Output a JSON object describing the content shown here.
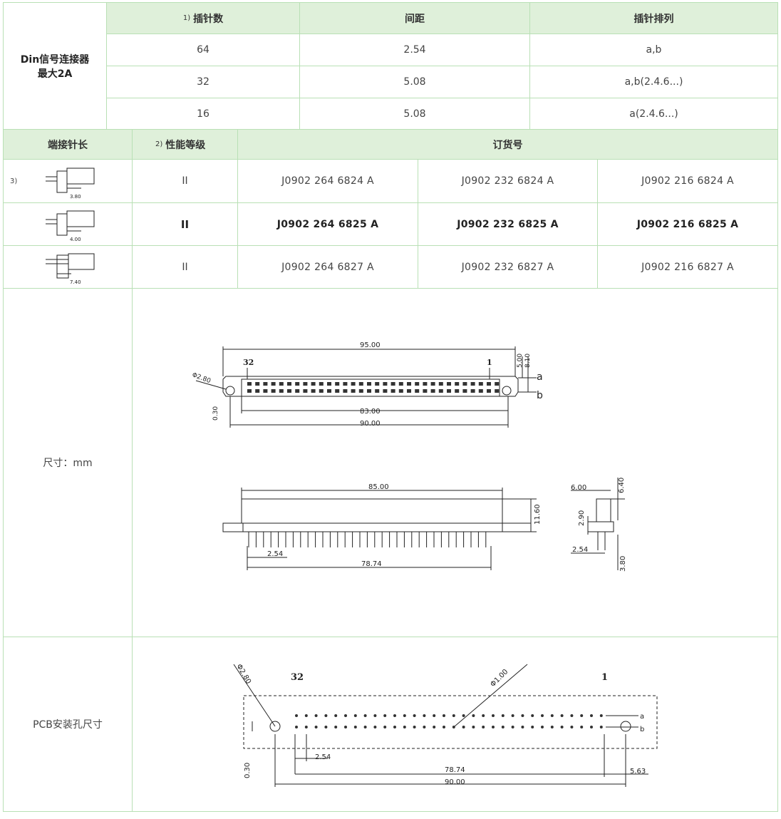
{
  "table1": {
    "label_line1": "Din信号连接器",
    "label_line2": "最大2A",
    "headers": [
      {
        "sup": "1)",
        "text": "插针数"
      },
      {
        "sup": "",
        "text": "间距"
      },
      {
        "sup": "",
        "text": "插针排列"
      }
    ],
    "rows": [
      [
        "64",
        "2.54",
        "a,b"
      ],
      [
        "32",
        "5.08",
        "a,b(2.4.6...)"
      ],
      [
        "16",
        "5.08",
        "a(2.4.6...)"
      ]
    ]
  },
  "table2": {
    "headers": [
      {
        "sup": "",
        "text": "端接针长"
      },
      {
        "sup": "2)",
        "text": "性能等级"
      },
      {
        "sup": "",
        "text": "订货号"
      }
    ],
    "note_ref": "3)",
    "rows": [
      {
        "pin_len": "3.80",
        "grade": "II",
        "parts": [
          "J0902 264 6824 A",
          "J0902 232 6824 A",
          "J0902 216 6824 A"
        ],
        "bold": false
      },
      {
        "pin_len": "4.00",
        "grade": "II",
        "parts": [
          "J0902 264 6825 A",
          "J0902 232 6825 A",
          "J0902 216 6825 A"
        ],
        "bold": true
      },
      {
        "pin_len": "7.40",
        "grade": "II",
        "parts": [
          "J0902 264 6827 A",
          "J0902 232 6827 A",
          "J0902 216 6827 A"
        ],
        "bold": false
      }
    ]
  },
  "dimensions": {
    "label": "尺寸：mm",
    "top_view": {
      "overall": "95.00",
      "pin_end": "32",
      "pin_start": "1",
      "d1": "5.00",
      "d2": "8.10",
      "row_a": "a",
      "row_b": "b",
      "hole": "Φ2.80",
      "offset": "0.30",
      "pin_span": "83.00",
      "body": "90.00"
    },
    "side_view": {
      "top": "85.00",
      "height": "11.60",
      "pitch": "2.54",
      "span": "78.74"
    },
    "end_view": {
      "width": "6.00",
      "top": "6.40",
      "mid": "2.90",
      "pitch": "2.54",
      "pin": "3.80"
    }
  },
  "pcb": {
    "label": "PCB安装孔尺寸",
    "hole_big": "Φ2.80",
    "hole_small": "Φ1.00",
    "pin_end": "32",
    "pin_start": "1",
    "row_a": "a",
    "row_b": "b",
    "pitch": "2.54",
    "offset": "0.30",
    "span": "78.74",
    "edge": "5.63",
    "total": "90.00"
  },
  "colors": {
    "border": "#b9e0b5",
    "header_bg": "#dff0da"
  }
}
